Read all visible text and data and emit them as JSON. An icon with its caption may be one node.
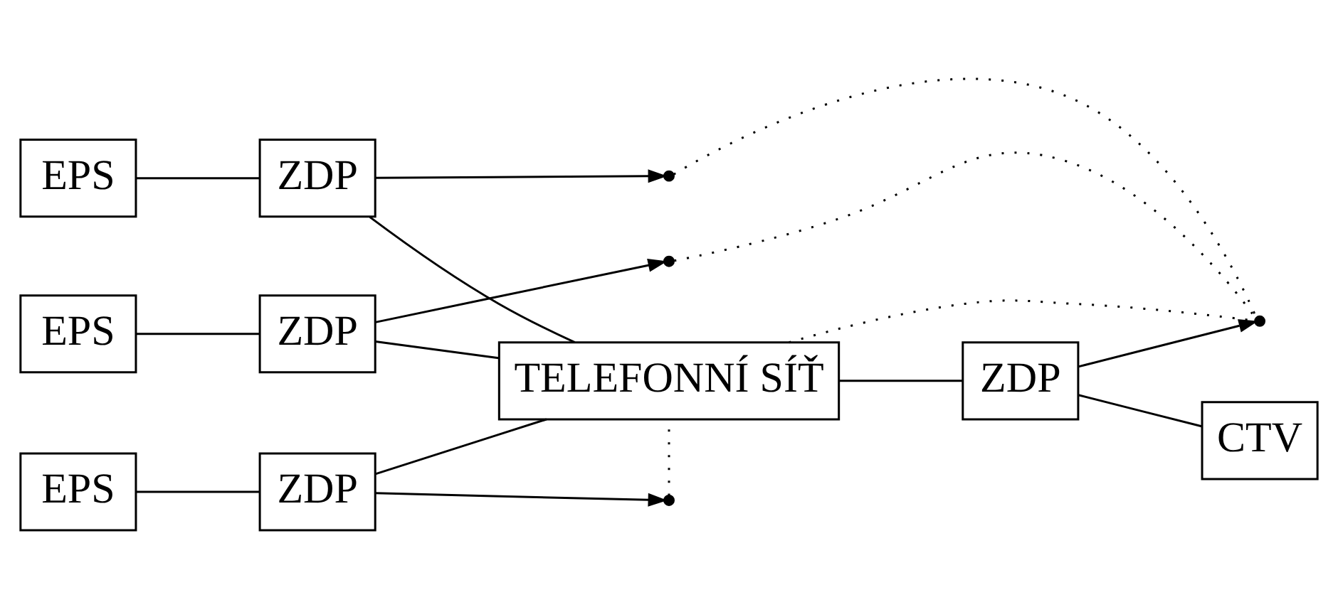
{
  "diagram": {
    "nodes": [
      {
        "text": [
          "EPS"
        ]
      },
      {
        "text": [
          "ZDP"
        ]
      },
      {
        "text": [],
        "shape": "point"
      },
      {
        "text": [
          "EPS"
        ]
      },
      {
        "text": [
          "ZDP"
        ]
      },
      {
        "text": [],
        "shape": "point"
      },
      {
        "text": [
          "EPS"
        ]
      },
      {
        "text": [
          "ZDP"
        ]
      },
      {
        "text": [],
        "shape": "point"
      },
      {
        "text": [
          "TELEFONNÍ SÍŤ"
        ]
      },
      {
        "text": [],
        "shape": "point"
      },
      {
        "text": [
          "ZDP"
        ]
      },
      {
        "text": [
          "CTV"
        ]
      }
    ],
    "edges": [
      {
        "from": 0,
        "to": 1,
        "arrow": "none"
      },
      {
        "from": 1,
        "to": 2,
        "arrow": "to"
      },
      {
        "from": 1,
        "to": 9,
        "arrow": "none"
      },
      {
        "from": 3,
        "to": 4,
        "arrow": "none"
      },
      {
        "from": 4,
        "to": 5,
        "arrow": "to"
      },
      {
        "from": 4,
        "to": 9,
        "arrow": "none"
      },
      {
        "from": 6,
        "to": 7,
        "arrow": "none"
      },
      {
        "from": 7,
        "to": 8,
        "arrow": "to"
      },
      {
        "from": 7,
        "to": 9,
        "arrow": "none"
      },
      {
        "from": 9,
        "to": 11,
        "arrow": "none"
      },
      {
        "from": 11,
        "to": 10,
        "arrow": "to"
      },
      {
        "from": 11,
        "to": 12,
        "arrow": "none"
      },
      {
        "from": 2,
        "to": 10,
        "arrow": "none",
        "style": "dashed"
      },
      {
        "from": 5,
        "to": 10,
        "arrow": "none",
        "style": "dashed"
      },
      {
        "from": 8,
        "to": 9,
        "arrow": "none",
        "style": "dashed"
      },
      {
        "from": 9,
        "to": 10,
        "arrow": "none",
        "style": "dashed"
      }
    ]
  }
}
